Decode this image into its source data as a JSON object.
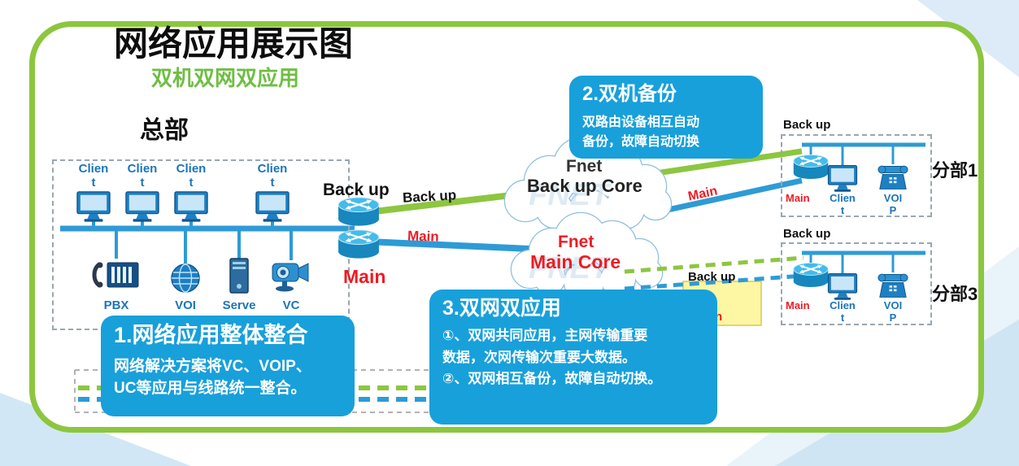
{
  "title": "网络应用展示图",
  "subtitle": "双机双网双应用",
  "colors": {
    "accent_green": "#8DC63F",
    "line_blue": "#2E9BD6",
    "callout_blue": "#18A0DB",
    "alert_red": "#ED1C24",
    "label_blue": "#1B75BB",
    "highlight_yellow": "#FDF6A3"
  },
  "hq": {
    "label": "总部",
    "clients": [
      "Clien\nt",
      "Clien\nt",
      "Clien\nt",
      "Clien\nt"
    ],
    "devices": [
      "PBX",
      "VOI",
      "Serve",
      "VC"
    ],
    "router_backup": "Back up",
    "router_main": "Main",
    "line_backup": "Back up",
    "line_main": "Main"
  },
  "clouds": {
    "backup": {
      "line1": "Fnet",
      "line2": "Back up Core",
      "watermark": "FNET"
    },
    "main": {
      "line1": "Fnet",
      "line2": "Main Core",
      "watermark": "FNET"
    }
  },
  "branch1": {
    "label": "分部1",
    "backup": "Back up",
    "main": "Main",
    "line_main": "Main",
    "client": "Clien\nt",
    "voip": "VOI\nP"
  },
  "branch3": {
    "label": "分部3",
    "backup": "Back up",
    "main": "Main",
    "link_backup": "Back up",
    "link_main": "Main",
    "client": "Clien\nt",
    "voip": "VOI\nP"
  },
  "callouts": {
    "c1": {
      "title": "1.网络应用整体整合",
      "body": "网络解决方案将VC、VOIP、\nUC等应用与线路统一整合。"
    },
    "c2": {
      "title": "2.双机备份",
      "body": "双路由设备相互自动\n备份，故障自动切换"
    },
    "c3": {
      "title": "3.双网双应用",
      "body": "①、双网共同应用，主网传输重要\n数据，次网传输次重要大数据。\n②、双网相互备份，故障自动切换。"
    }
  }
}
